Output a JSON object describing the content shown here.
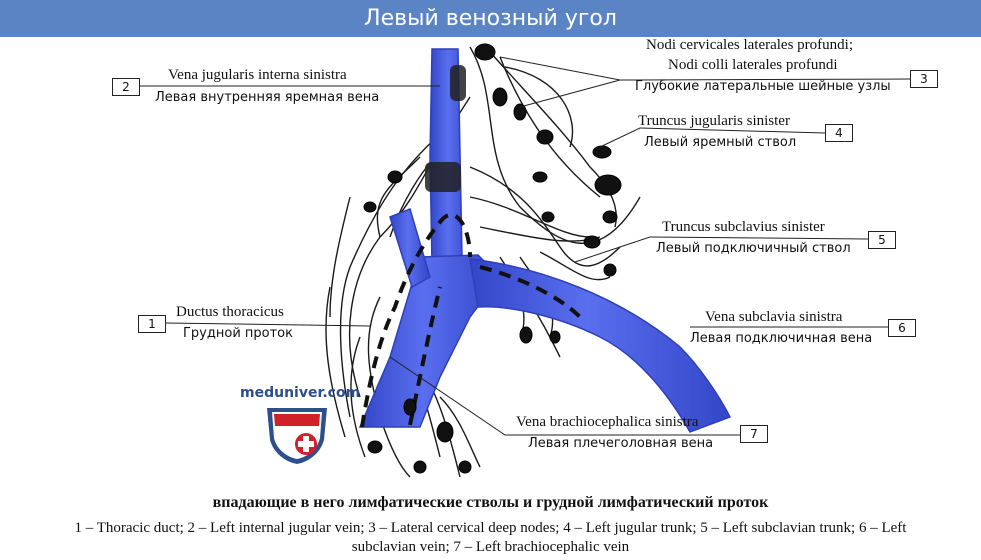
{
  "title": "Левый венозный угол",
  "labels": [
    {
      "num": "2",
      "latin": "Vena jugularis interna sinistra",
      "ru": "Левая внутренняя яремная вена"
    },
    {
      "num": "3",
      "latin_line1": "Nodi cervicales laterales profundi;",
      "latin_line2": "Nodi colli laterales profundi",
      "ru": "Глубокие латеральные шейные узлы"
    },
    {
      "num": "4",
      "latin": "Truncus jugularis sinister",
      "ru": "Левый яремный ствол"
    },
    {
      "num": "5",
      "latin": "Truncus subclavius sinister",
      "ru": "Левый подключичный ствол"
    },
    {
      "num": "1",
      "latin": "Ductus thoracicus",
      "ru": "Грудной проток"
    },
    {
      "num": "6",
      "latin": "Vena subclavia sinistra",
      "ru": "Левая подключичная вена"
    },
    {
      "num": "7",
      "latin": "Vena brachiocephalica sinistra",
      "ru": "Левая плечеголовная вена"
    }
  ],
  "watermark": "meduniver.com",
  "caption": {
    "title": "впадающие в него лимфатические стволы и грудной лимфатический проток",
    "legend_line1": "1 – Thoracic duct; 2 – Left internal jugular vein; 3 – Lateral cervical deep nodes; 4 – Left jugular trunk; 5 – Left subclavian trunk; 6 – Left",
    "legend_line2": "subclavian vein; 7 – Left brachiocephalic vein"
  },
  "colors": {
    "header": "#5b84c4",
    "vein": "#4a5fe0",
    "vein_dark": "#2f3fb8",
    "lymph": "#1a1a1a",
    "shield_blue": "#2d4f8e",
    "shield_red": "#d0202a"
  }
}
